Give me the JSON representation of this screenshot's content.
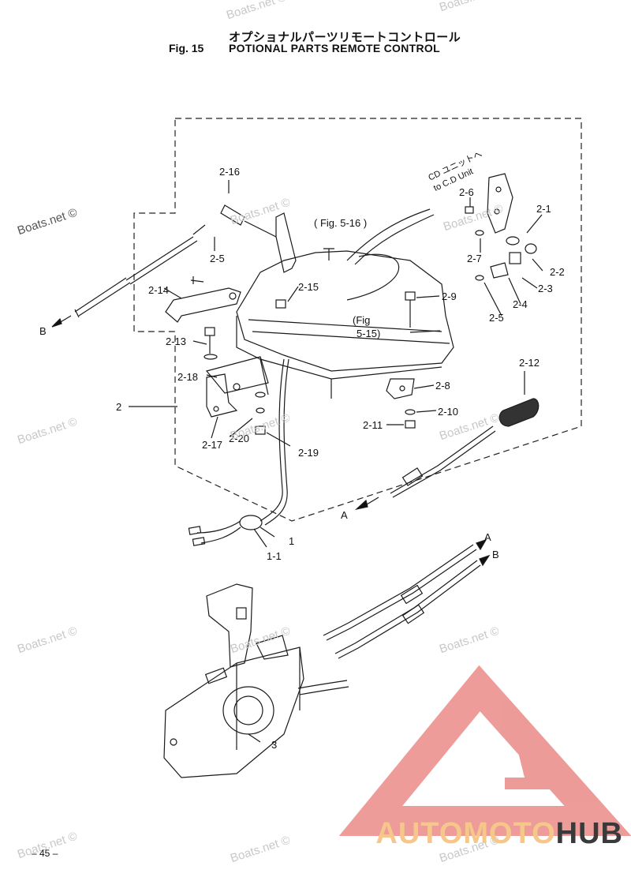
{
  "header": {
    "title_jp": "オプショナルパーツリモートコントロール",
    "fig_number": "Fig. 15",
    "title_en": "POTIONAL PARTS REMOTE CONTROL"
  },
  "watermark": "Boats.net ©",
  "callouts": {
    "c2_16": "2-16",
    "c2_5a": "2-5",
    "c2_14": "2-14",
    "c2_13": "2-13",
    "c2_18": "2-18",
    "c2": "2",
    "c2_17": "2-17",
    "c2_20": "2-20",
    "c2_19": "2-19",
    "c2_15": "2-15",
    "fig516": "( Fig. 5-16 )",
    "fig515a": "(Fig",
    "fig515b": "5-15)",
    "cd_unit_jp": "CD ユニットへ",
    "cd_unit_en": "to C.D Unit",
    "c2_6": "2-6",
    "c2_1": "2-1",
    "c2_7": "2-7",
    "c2_2": "2-2",
    "c2_3": "2-3",
    "c2_4": "2-4",
    "c2_5b": "2-5",
    "c2_9": "2-9",
    "c2_12": "2-12",
    "c2_8": "2-8",
    "c2_10": "2-10",
    "c2_11": "2-11",
    "cB1": "B",
    "cA1": "A",
    "c1": "1",
    "c1_1": "1-1",
    "cA2": "A",
    "cB2": "B",
    "c3": "3"
  },
  "footer": {
    "page_number": "– 45 –",
    "brand_a": "AUTOMOTO",
    "brand_b": "HUB"
  },
  "colors": {
    "line": "#1a1a1a",
    "brand_logo": "#e8837f",
    "brand_text": "#f5c78a",
    "brand_text_dark": "#3a3a3a",
    "watermark": "#c8c8c8"
  }
}
